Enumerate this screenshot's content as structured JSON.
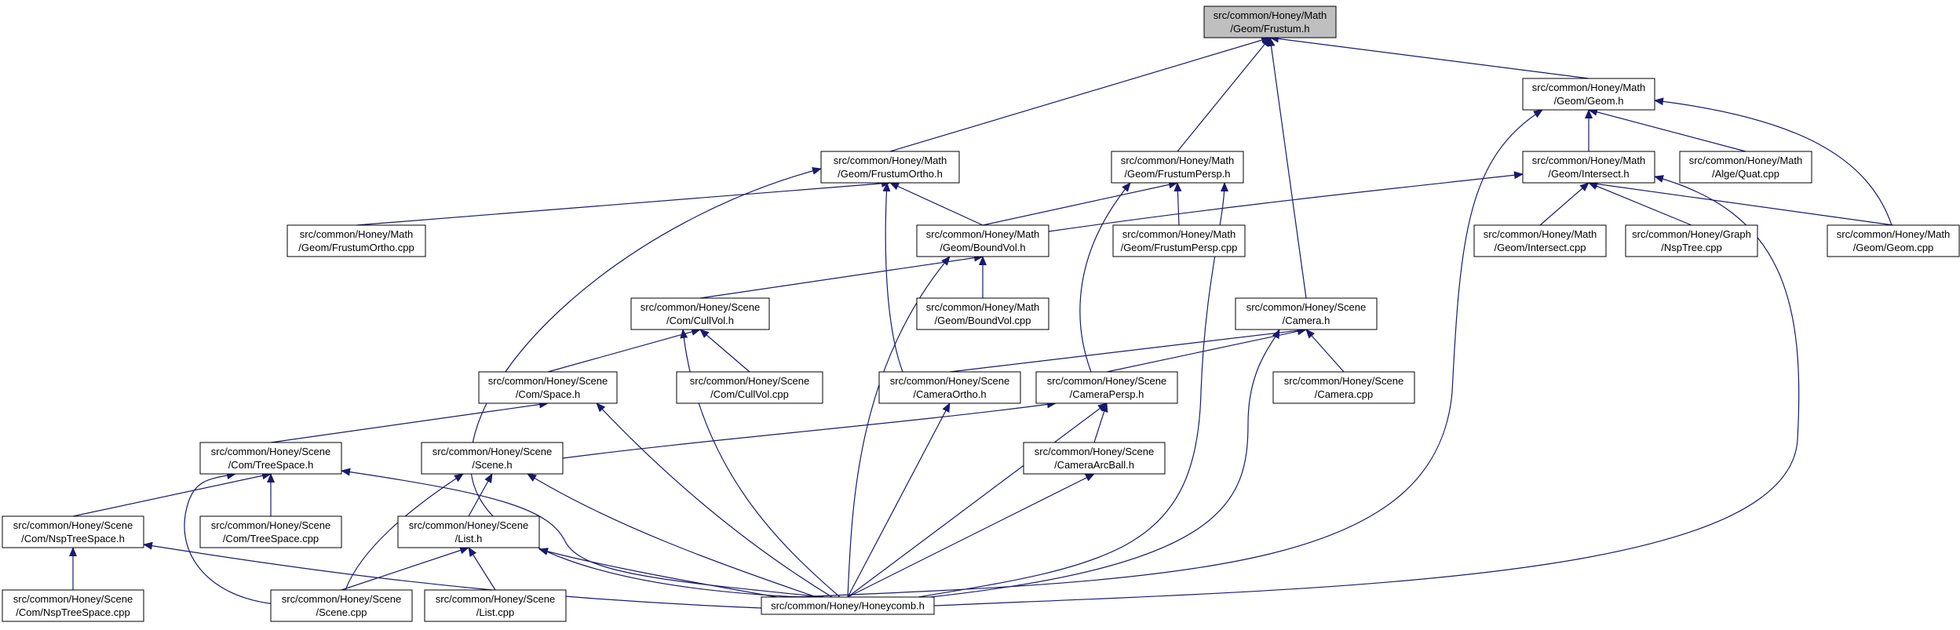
{
  "diagram": {
    "colors": {
      "edge": "#191970",
      "node_border": "#000000",
      "node_fill": "#ffffff",
      "focus_fill": "#bfbfbf"
    },
    "nodes": [
      {
        "id": "frustum_h",
        "lines": [
          "src/common/Honey/Math",
          "/Geom/Frustum.h"
        ],
        "focus": true
      },
      {
        "id": "geom_h",
        "lines": [
          "src/common/Honey/Math",
          "/Geom/Geom.h"
        ]
      },
      {
        "id": "frustumortho_h",
        "lines": [
          "src/common/Honey/Math",
          "/Geom/FrustumOrtho.h"
        ]
      },
      {
        "id": "frustumpersp_h",
        "lines": [
          "src/common/Honey/Math",
          "/Geom/FrustumPersp.h"
        ]
      },
      {
        "id": "intersect_h",
        "lines": [
          "src/common/Honey/Math",
          "/Geom/Intersect.h"
        ]
      },
      {
        "id": "quat_cpp",
        "lines": [
          "src/common/Honey/Math",
          "/Alge/Quat.cpp"
        ]
      },
      {
        "id": "frustumortho_cpp",
        "lines": [
          "src/common/Honey/Math",
          "/Geom/FrustumOrtho.cpp"
        ]
      },
      {
        "id": "boundvol_h",
        "lines": [
          "src/common/Honey/Math",
          "/Geom/BoundVol.h"
        ]
      },
      {
        "id": "frustumpersp_cpp",
        "lines": [
          "src/common/Honey/Math",
          "/Geom/FrustumPersp.cpp"
        ]
      },
      {
        "id": "intersect_cpp",
        "lines": [
          "src/common/Honey/Math",
          "/Geom/Intersect.cpp"
        ]
      },
      {
        "id": "nsptree_cpp",
        "lines": [
          "src/common/Honey/Graph",
          "/NspTree.cpp"
        ]
      },
      {
        "id": "geom_cpp",
        "lines": [
          "src/common/Honey/Math",
          "/Geom/Geom.cpp"
        ]
      },
      {
        "id": "cullvol_h",
        "lines": [
          "src/common/Honey/Scene",
          "/Com/CullVol.h"
        ]
      },
      {
        "id": "boundvol_cpp",
        "lines": [
          "src/common/Honey/Math",
          "/Geom/BoundVol.cpp"
        ]
      },
      {
        "id": "camera_h",
        "lines": [
          "src/common/Honey/Scene",
          "/Camera.h"
        ]
      },
      {
        "id": "space_h",
        "lines": [
          "src/common/Honey/Scene",
          "/Com/Space.h"
        ]
      },
      {
        "id": "cullvol_cpp",
        "lines": [
          "src/common/Honey/Scene",
          "/Com/CullVol.cpp"
        ]
      },
      {
        "id": "cameraortho_h",
        "lines": [
          "src/common/Honey/Scene",
          "/CameraOrtho.h"
        ]
      },
      {
        "id": "camerapersp_h",
        "lines": [
          "src/common/Honey/Scene",
          "/CameraPersp.h"
        ]
      },
      {
        "id": "camera_cpp",
        "lines": [
          "src/common/Honey/Scene",
          "/Camera.cpp"
        ]
      },
      {
        "id": "treespace_h",
        "lines": [
          "src/common/Honey/Scene",
          "/Com/TreeSpace.h"
        ]
      },
      {
        "id": "scene_h",
        "lines": [
          "src/common/Honey/Scene",
          "/Scene.h"
        ]
      },
      {
        "id": "cameraarcball_h",
        "lines": [
          "src/common/Honey/Scene",
          "/CameraArcBall.h"
        ]
      },
      {
        "id": "nsptreespace_h",
        "lines": [
          "src/common/Honey/Scene",
          "/Com/NspTreeSpace.h"
        ]
      },
      {
        "id": "treespace_cpp",
        "lines": [
          "src/common/Honey/Scene",
          "/Com/TreeSpace.cpp"
        ]
      },
      {
        "id": "list_h",
        "lines": [
          "src/common/Honey/Scene",
          "/List.h"
        ]
      },
      {
        "id": "nsptreespace_cpp",
        "lines": [
          "src/common/Honey/Scene",
          "/Com/NspTreeSpace.cpp"
        ]
      },
      {
        "id": "scene_cpp",
        "lines": [
          "src/common/Honey/Scene",
          "/Scene.cpp"
        ]
      },
      {
        "id": "list_cpp",
        "lines": [
          "src/common/Honey/Scene",
          "/List.cpp"
        ]
      },
      {
        "id": "honeycomb_h",
        "lines": [
          "src/common/Honey/Honeycomb.h"
        ]
      }
    ],
    "edges": [
      [
        "frustumortho_h",
        "frustum_h"
      ],
      [
        "frustumpersp_h",
        "frustum_h"
      ],
      [
        "camera_h",
        "frustum_h"
      ],
      [
        "geom_h",
        "frustum_h"
      ],
      [
        "intersect_h",
        "geom_h"
      ],
      [
        "quat_cpp",
        "geom_h"
      ],
      [
        "geom_cpp",
        "geom_h"
      ],
      [
        "honeycomb_h",
        "geom_h"
      ],
      [
        "frustumortho_cpp",
        "frustumortho_h"
      ],
      [
        "boundvol_h",
        "frustumortho_h"
      ],
      [
        "cameraortho_h",
        "frustumortho_h"
      ],
      [
        "honeycomb_h",
        "frustumortho_h"
      ],
      [
        "boundvol_h",
        "frustumpersp_h"
      ],
      [
        "frustumpersp_cpp",
        "frustumpersp_h"
      ],
      [
        "camerapersp_h",
        "frustumpersp_h"
      ],
      [
        "honeycomb_h",
        "frustumpersp_h"
      ],
      [
        "boundvol_h",
        "intersect_h"
      ],
      [
        "intersect_cpp",
        "intersect_h"
      ],
      [
        "nsptree_cpp",
        "intersect_h"
      ],
      [
        "geom_cpp",
        "intersect_h"
      ],
      [
        "honeycomb_h",
        "intersect_h"
      ],
      [
        "cullvol_h",
        "boundvol_h"
      ],
      [
        "boundvol_cpp",
        "boundvol_h"
      ],
      [
        "honeycomb_h",
        "boundvol_h"
      ],
      [
        "space_h",
        "cullvol_h"
      ],
      [
        "cullvol_cpp",
        "cullvol_h"
      ],
      [
        "honeycomb_h",
        "cullvol_h"
      ],
      [
        "cameraortho_h",
        "camera_h"
      ],
      [
        "camerapersp_h",
        "camera_h"
      ],
      [
        "camera_cpp",
        "camera_h"
      ],
      [
        "honeycomb_h",
        "camera_h"
      ],
      [
        "treespace_h",
        "space_h"
      ],
      [
        "honeycomb_h",
        "space_h"
      ],
      [
        "honeycomb_h",
        "cameraortho_h"
      ],
      [
        "scene_h",
        "camerapersp_h"
      ],
      [
        "cameraarcball_h",
        "camerapersp_h"
      ],
      [
        "honeycomb_h",
        "camerapersp_h"
      ],
      [
        "nsptreespace_h",
        "treespace_h"
      ],
      [
        "treespace_cpp",
        "treespace_h"
      ],
      [
        "scene_cpp",
        "treespace_h"
      ],
      [
        "honeycomb_h",
        "treespace_h"
      ],
      [
        "list_h",
        "scene_h"
      ],
      [
        "scene_cpp",
        "scene_h"
      ],
      [
        "honeycomb_h",
        "scene_h"
      ],
      [
        "honeycomb_h",
        "cameraarcball_h"
      ],
      [
        "nsptreespace_cpp",
        "nsptreespace_h"
      ],
      [
        "honeycomb_h",
        "nsptreespace_h"
      ],
      [
        "scene_cpp",
        "list_h"
      ],
      [
        "list_cpp",
        "list_h"
      ],
      [
        "honeycomb_h",
        "list_h"
      ]
    ]
  }
}
